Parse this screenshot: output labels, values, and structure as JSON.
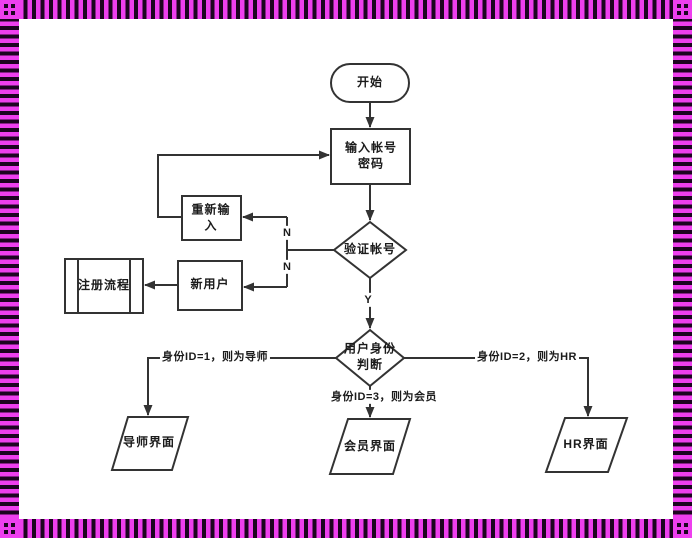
{
  "frame": {
    "magenta": "#EE3FEE",
    "dark": "#1C0420"
  },
  "flowchart": {
    "line_color": "#333333",
    "nodes": {
      "start": "开始",
      "input": "输入帐号\n密码",
      "verify": "验证帐号",
      "reinput": "重新输\n入",
      "new_user": "新用户",
      "register": "注册流程",
      "identity": "用户身份\n判断",
      "mentor_ui": "导师界面",
      "member_ui": "会员界面",
      "hr_ui": "HR界面"
    },
    "edge_labels": {
      "yes": "Y",
      "no_top": "N",
      "no_bottom": "N",
      "branch_mentor": "身份ID=1，则为导师",
      "branch_hr": "身份ID=2，则为HR",
      "branch_member": "身份ID=3，则为会员"
    }
  }
}
